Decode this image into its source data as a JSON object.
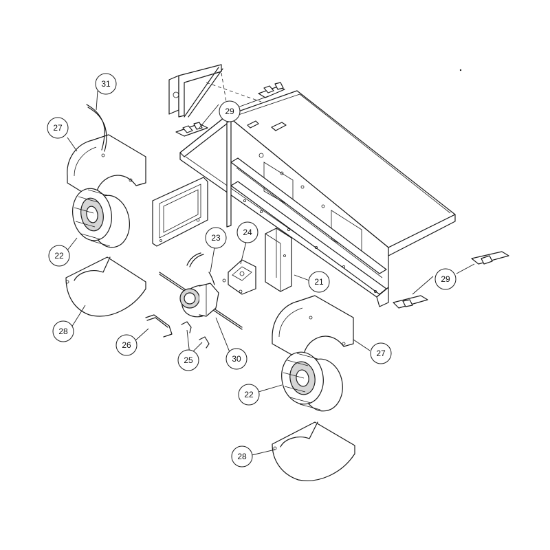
{
  "callouts": [
    {
      "id": "c31a",
      "label": "31"
    },
    {
      "id": "c27a",
      "label": "27"
    },
    {
      "id": "c22a",
      "label": "22"
    },
    {
      "id": "c28a",
      "label": "28"
    },
    {
      "id": "c29a",
      "label": "29"
    },
    {
      "id": "c23",
      "label": "23"
    },
    {
      "id": "c24",
      "label": "24"
    },
    {
      "id": "c21",
      "label": "21"
    },
    {
      "id": "c29b",
      "label": "29"
    },
    {
      "id": "c26",
      "label": "26"
    },
    {
      "id": "c25",
      "label": "25"
    },
    {
      "id": "c30",
      "label": "30"
    },
    {
      "id": "c27b",
      "label": "27"
    },
    {
      "id": "c22b",
      "label": "22"
    },
    {
      "id": "c28b",
      "label": "28"
    }
  ]
}
